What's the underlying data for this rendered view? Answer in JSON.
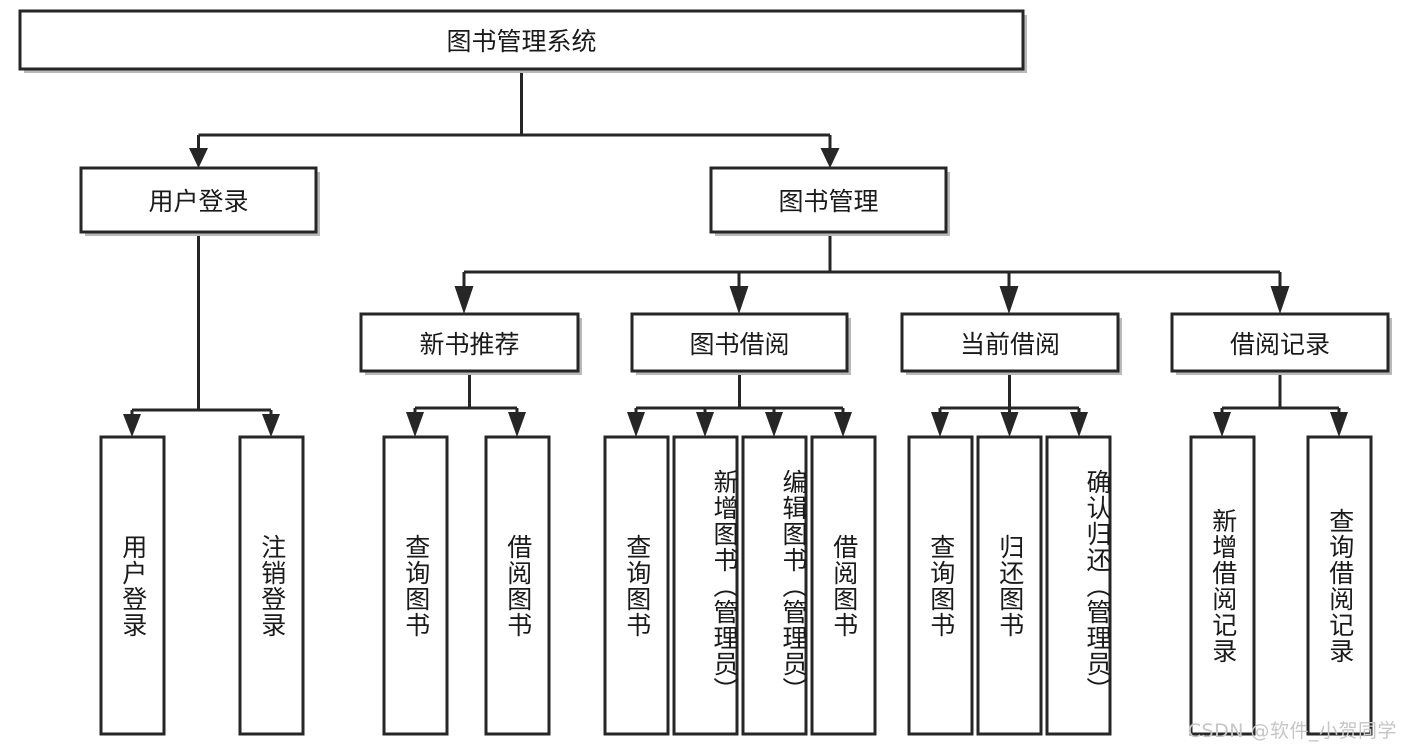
{
  "diagram": {
    "type": "tree",
    "title": "图书管理系统",
    "root": {
      "label": "图书管理系统"
    },
    "level2": [
      {
        "label": "用户登录"
      },
      {
        "label": "图书管理"
      }
    ],
    "level3": [
      {
        "label": "新书推荐"
      },
      {
        "label": "图书借阅"
      },
      {
        "label": "当前借阅"
      },
      {
        "label": "借阅记录"
      }
    ],
    "leaves": {
      "user_login": [
        {
          "label": "用户登录"
        },
        {
          "label": "注销登录"
        }
      ],
      "new_book_recommend": [
        {
          "label": "查询图书"
        },
        {
          "label": "借阅图书"
        }
      ],
      "book_borrow": [
        {
          "label": "查询图书"
        },
        {
          "label": "新增图书（管理员）"
        },
        {
          "label": "编辑图书（管理员）"
        },
        {
          "label": "借阅图书"
        }
      ],
      "current_borrow": [
        {
          "label": "查询图书"
        },
        {
          "label": "归还图书"
        },
        {
          "label": "确认归还（管理员）"
        }
      ],
      "borrow_record": [
        {
          "label": "新增借阅记录"
        },
        {
          "label": "查询借阅记录"
        }
      ]
    }
  },
  "watermark": {
    "text": "CSDN @软件_小贺同学"
  },
  "colors": {
    "box_stroke": "#262626",
    "box_fill": "#ffffff",
    "line": "#262626",
    "text": "#1a1a1a",
    "watermark": "#c6c6c6",
    "background": "#ffffff"
  }
}
